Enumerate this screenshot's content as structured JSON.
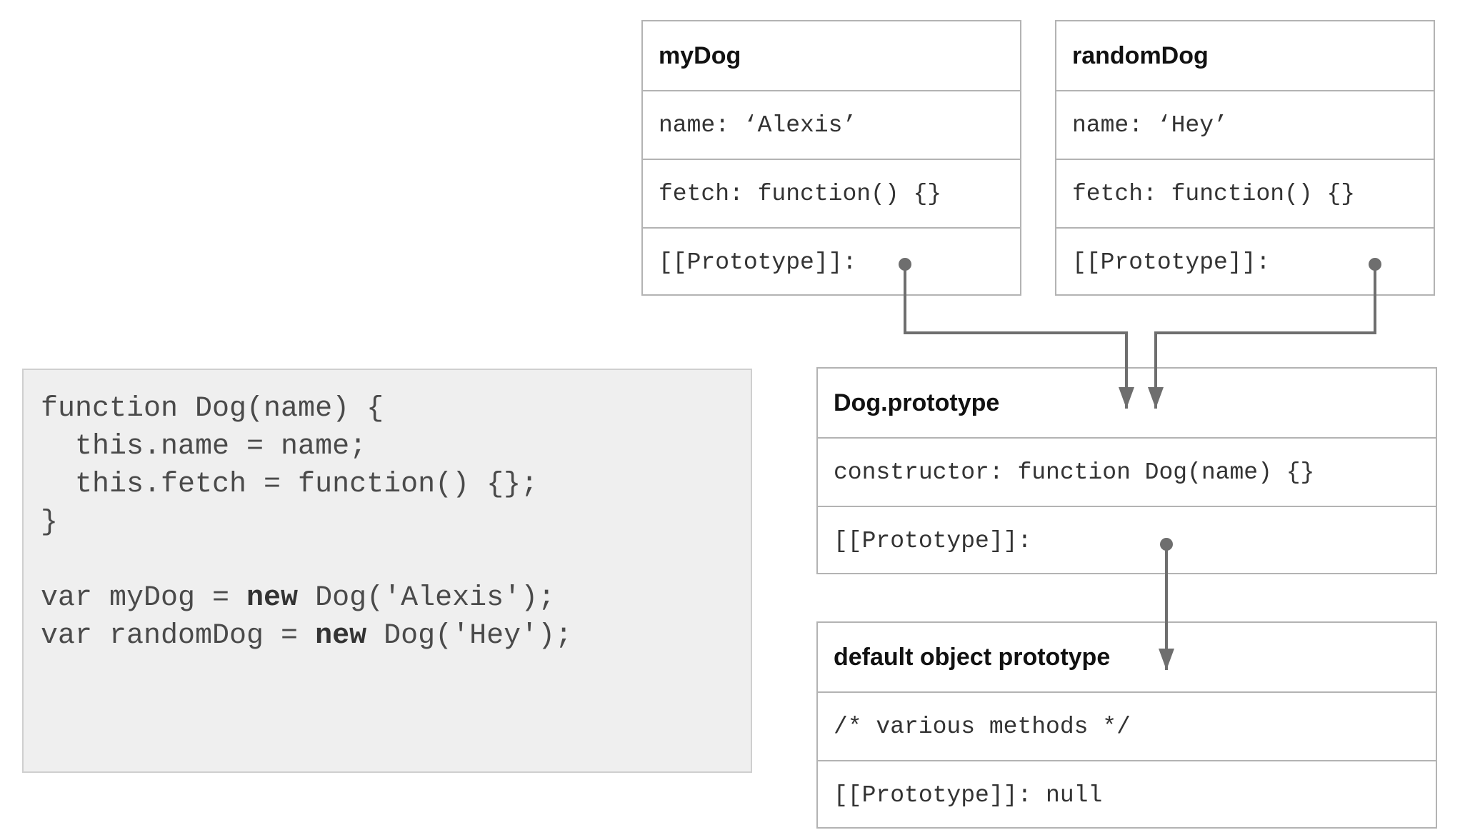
{
  "code": {
    "lines": [
      [
        {
          "t": "function Dog(name) {"
        }
      ],
      [
        {
          "t": "  this.name = name;"
        }
      ],
      [
        {
          "t": "  this.fetch = function() {};"
        }
      ],
      [
        {
          "t": "}"
        }
      ],
      [
        {
          "t": ""
        }
      ],
      [
        {
          "t": "var myDog = "
        },
        {
          "t": "new",
          "kw": true
        },
        {
          "t": " Dog('Alexis');"
        }
      ],
      [
        {
          "t": "var randomDog = "
        },
        {
          "t": "new",
          "kw": true
        },
        {
          "t": " Dog('Hey');"
        }
      ]
    ]
  },
  "objects": {
    "my_dog": {
      "title": "myDog",
      "name_row": "name: ‘Alexis’",
      "fetch_row": "fetch: function() {}",
      "proto_row": "[[Prototype]]:"
    },
    "random_dog": {
      "title": "randomDog",
      "name_row": "name: ‘Hey’",
      "fetch_row": "fetch: function() {}",
      "proto_row": "[[Prototype]]:"
    },
    "dog_prototype": {
      "title": "Dog.prototype",
      "constructor_row": "constructor: function Dog(name) {}",
      "proto_row": "[[Prototype]]:"
    },
    "object_prototype": {
      "title": "default object prototype",
      "methods_row": "/* various methods */",
      "proto_row": "[[Prototype]]: null"
    }
  },
  "colors": {
    "arrow": "#6e6e6e",
    "box_border": "#b3b3b3",
    "code_bg": "#efefef"
  }
}
